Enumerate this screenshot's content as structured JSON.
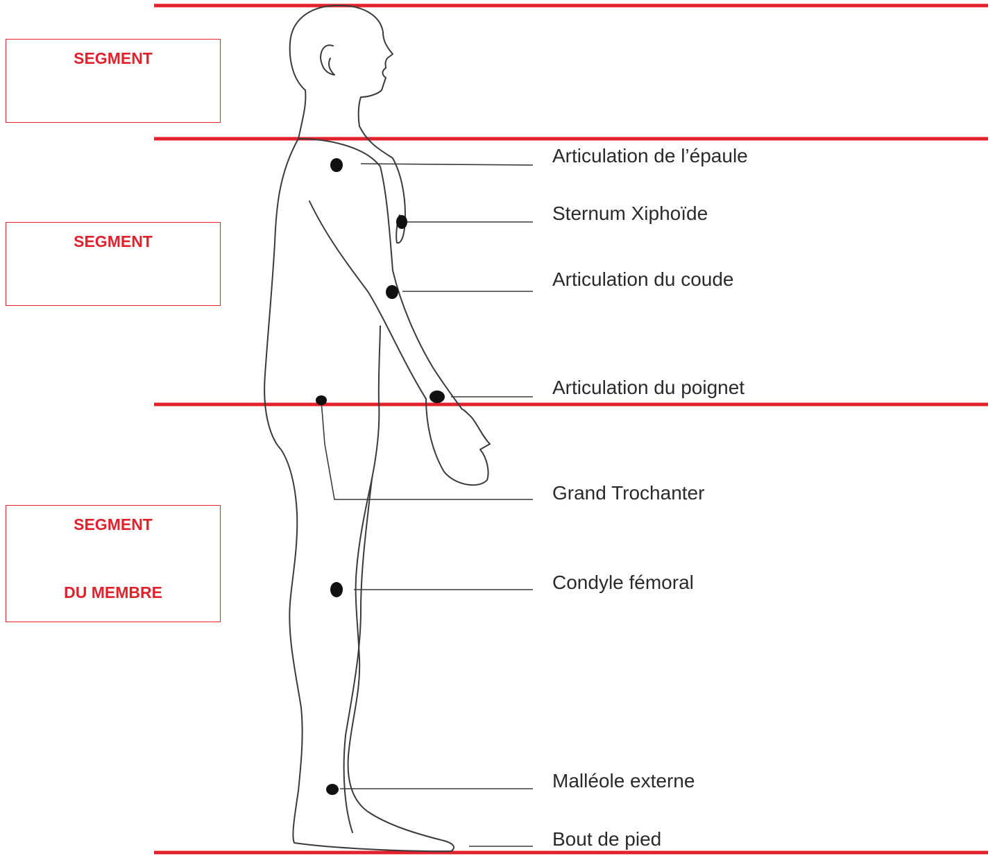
{
  "boxes": {
    "head": {
      "line1": "SEGMENT"
    },
    "trunk": {
      "line1": "SEGMENT"
    },
    "limb": {
      "line1": "SEGMENT",
      "line2": "DU MEMBRE"
    }
  },
  "landmarks": [
    "Articulation de l’épaule",
    "Sternum Xiphoïde",
    "Articulation du coude",
    "Articulation du poignet",
    "Grand Trochanter",
    "Condyle fémoral",
    "Malléole externe",
    "Bout de pied"
  ],
  "colors": {
    "accent_red": "#e1212b",
    "outline": "#3a3a3a",
    "marker": "#111111",
    "text": "#2a2a2a"
  }
}
